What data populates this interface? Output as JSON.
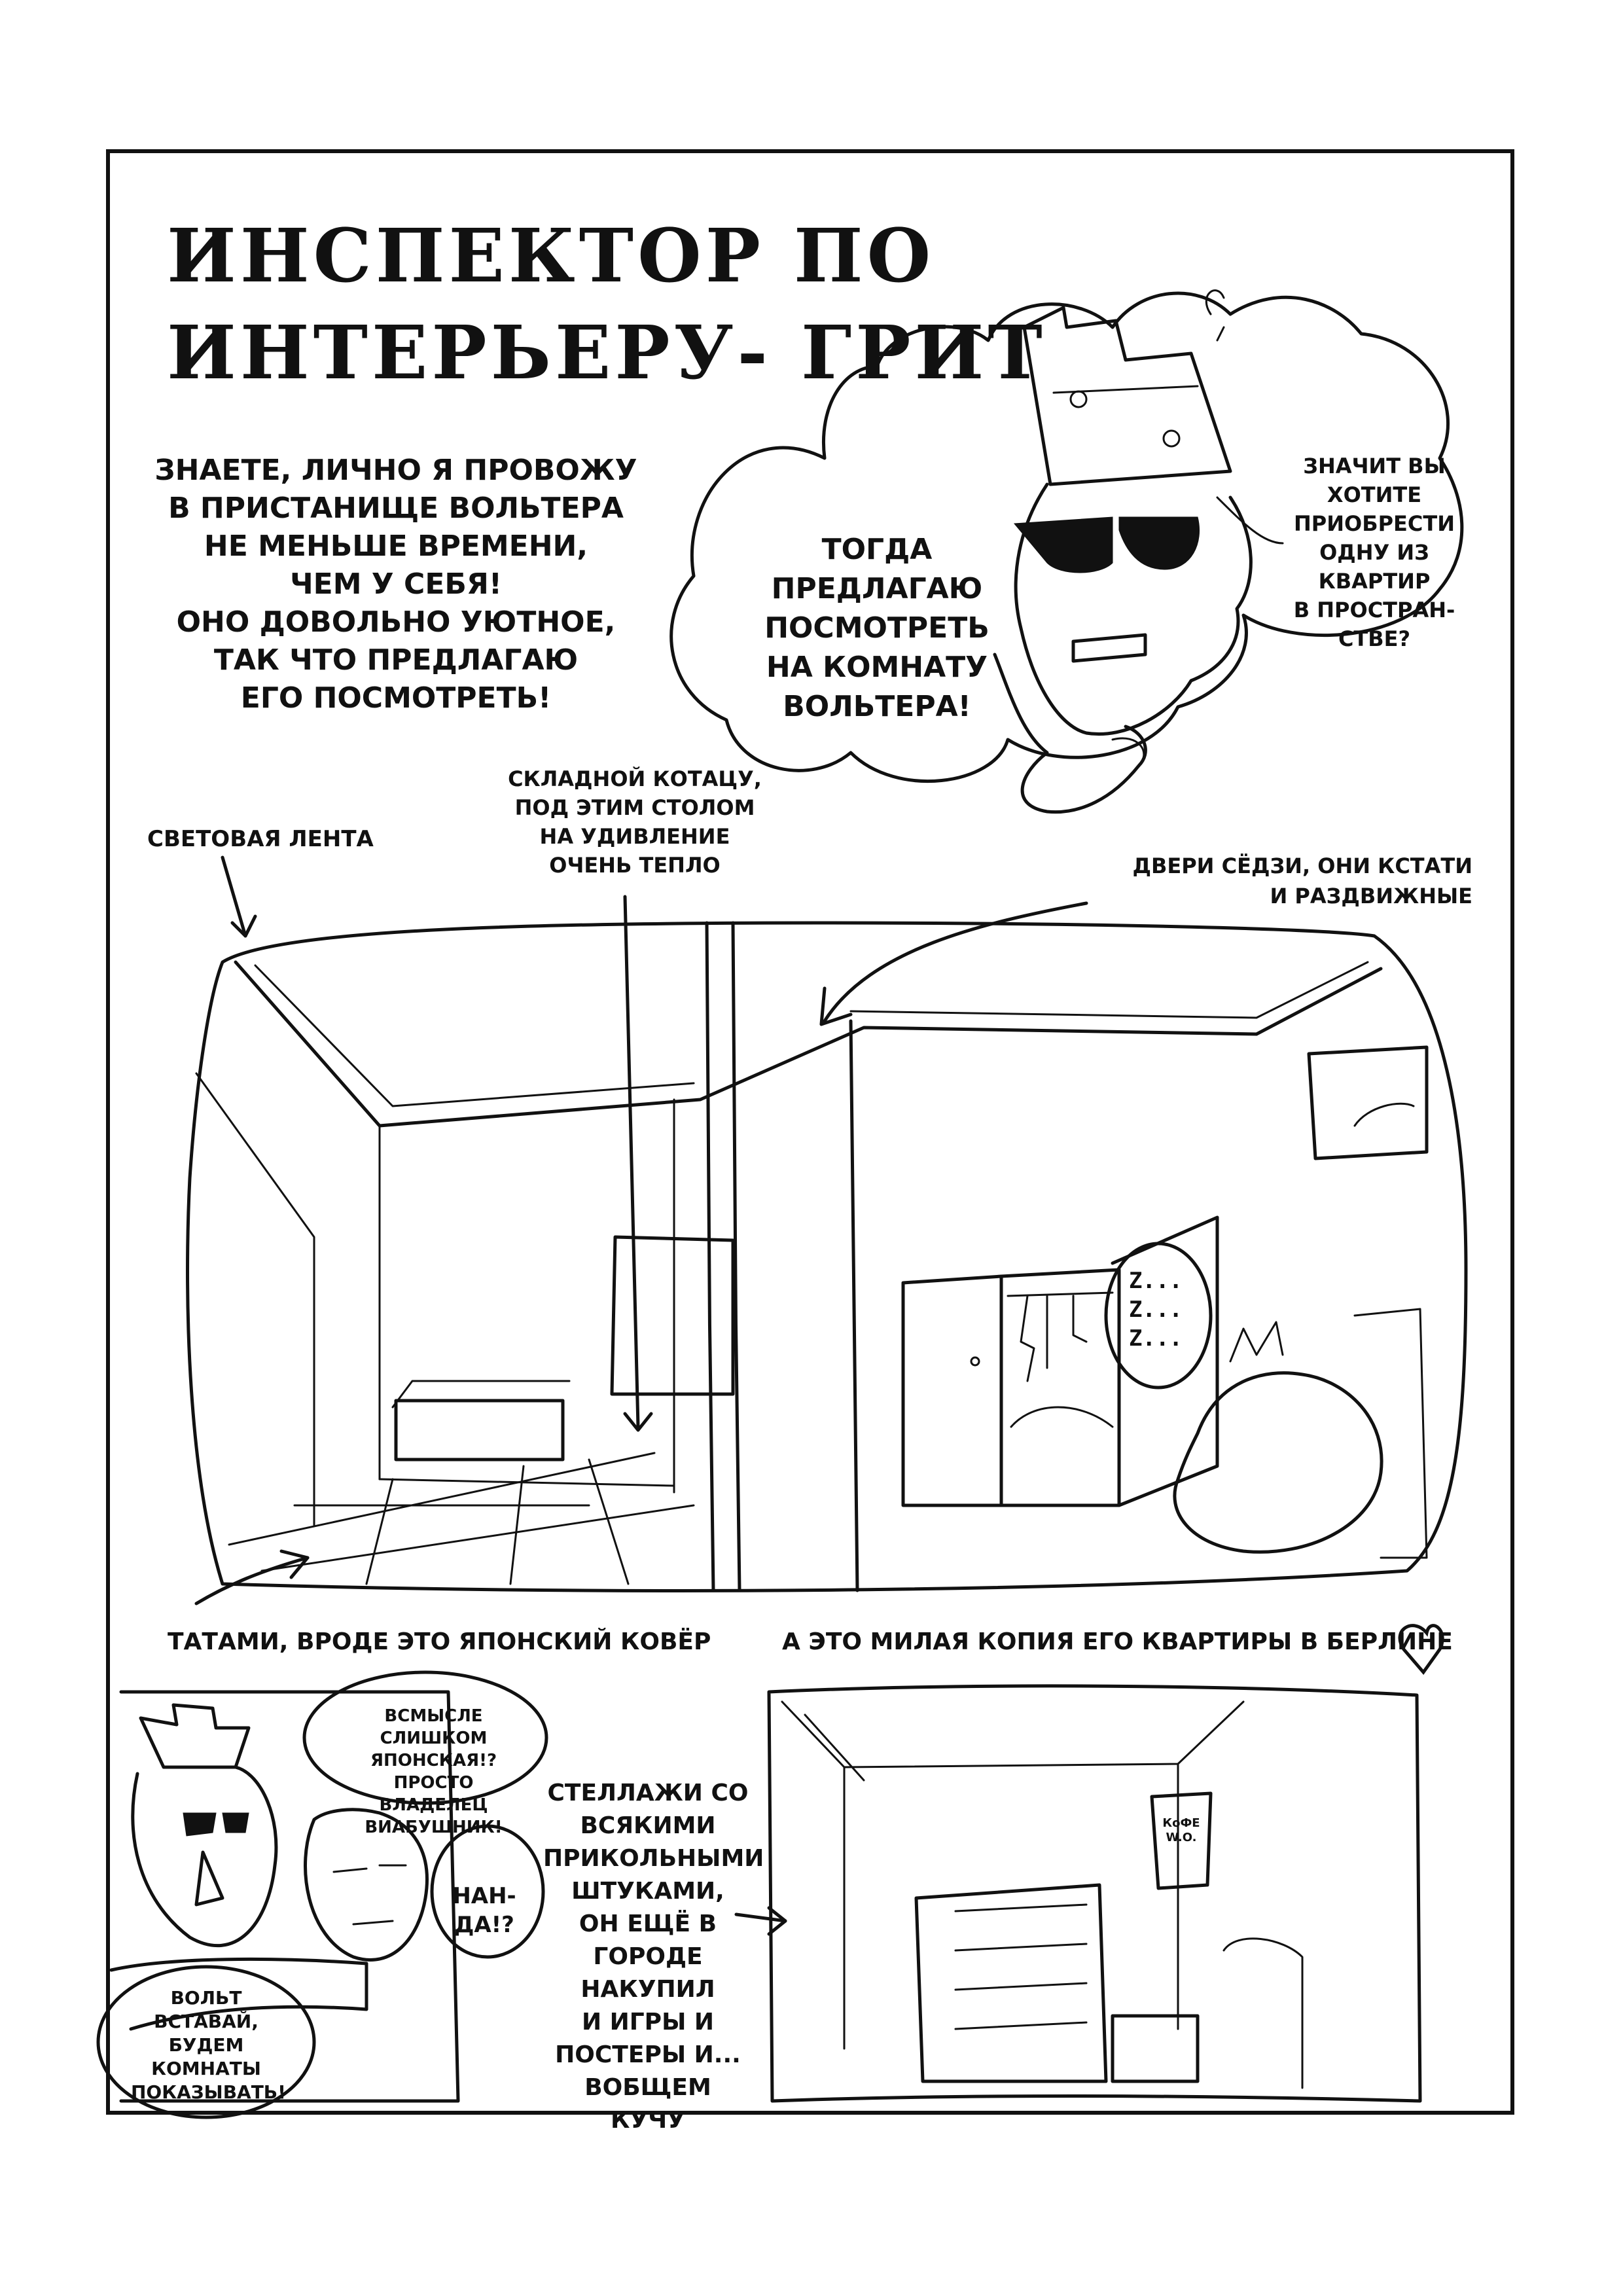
{
  "page": {
    "title_line1": "ИНСПЕКТОР ПО",
    "title_line2": "ИНТЕРЬЕРУ- ГРИТ"
  },
  "panel1": {
    "intro_text": "ЗНАЕТЕ, ЛИЧНО Я ПРОВОЖУ\nВ ПРИСТАНИЩЕ ВОЛЬТЕРА\nНЕ МЕНЬШЕ ВРЕМЕНИ,\nЧЕМ У СЕБЯ!\nОНО ДОВОЛЬНО УЮТНОЕ,\nТАК ЧТО ПРЕДЛАГАЮ\nЕГО ПОСМОТРЕТЬ!",
    "bubble_left": "ТОГДА\nПРЕДЛАГАЮ\nПОСМОТРЕТЬ\nНА КОМНАТУ\nВОЛЬТЕРА!",
    "bubble_right": "ЗНАЧИТ ВЫ\nХОТИТЕ\nПРИОБРЕСТИ\nОДНУ ИЗ\nКВАРТИР\nВ ПРОСТРАН-\nСТВЕ?"
  },
  "panel2": {
    "label_led": "СВЕТОВАЯ ЛЕНТА",
    "label_kotatsu": "СКЛАДНОЙ КОТАЦУ,\nПОД ЭТИМ СТОЛОМ\nНА УДИВЛЕНИЕ\nОЧЕНЬ ТЕПЛО",
    "label_doors": "ДВЕРИ СЁДЗИ, ОНИ КСТАТИ\nИ РАЗДВИЖНЫЕ",
    "label_tatami": "ТАТАМИ, ВРОДЕ ЭТО ЯПОНСКИЙ КОВЁР",
    "label_berlin": "А ЭТО МИЛАЯ КОПИЯ ЕГО КВАРТИРЫ В БЕРЛИНЕ",
    "sleep_text": "Z...\nZ...\nZ..."
  },
  "panel3": {
    "bubble_top": "ВСМЫСЛЕ\nСЛИШКОМ\nЯПОНСКАЯ!?\nПРОСТО ВЛАДЕЛЕЦ\nВИАБУШНИК!",
    "bubble_bottom": "ВОЛЬТ\nВСТАВАЙ,\nБУДЕМ\nКОМНАТЫ\nПОКАЗЫВАТЬ!",
    "bubble_nanda": "НАН-\nДА!?"
  },
  "panel4": {
    "shelves_text": "СТЕЛЛАЖИ СО\nВСЯКИМИ\nПРИКОЛЬНЫМИ\nШТУКАМИ,\nОН ЕЩЁ В\nГОРОДЕ\nНАКУПИЛ\nИ ИГРЫ И\nПОСТЕРЫ И...\nВОБЩЕМ КУЧУ",
    "poster_text": "КоФЕ\nW.O."
  }
}
